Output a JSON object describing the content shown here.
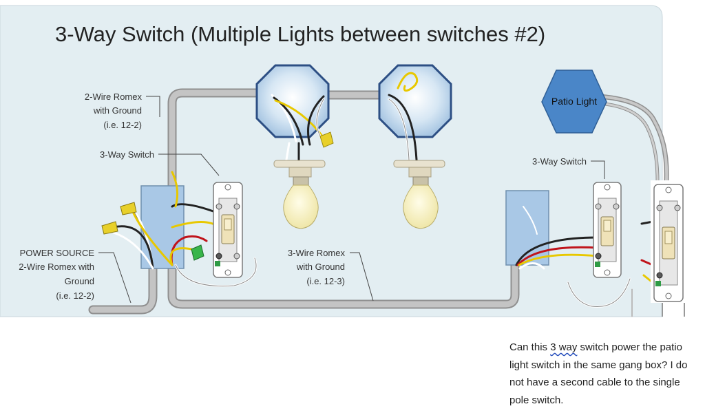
{
  "diagram": {
    "title": "3-Way Switch (Multiple Lights between switches #2)",
    "labels": {
      "romex_2wire": [
        "2-Wire Romex",
        "with Ground",
        "(i.e. 12-2)"
      ],
      "switch_left": "3-Way Switch",
      "switch_right": "3-Way Switch",
      "power_source": [
        "POWER SOURCE",
        "2-Wire Romex with",
        "Ground",
        "(i.e. 12-2)"
      ],
      "romex_3wire": [
        "3-Wire Romex",
        "with Ground",
        "(i.e. 12-3)"
      ],
      "patio_light": "Patio Light"
    },
    "colors": {
      "panel_bg": "#e3eef2",
      "cable": "#b9b9b9",
      "hot_black": "#222222",
      "hot_red": "#c0141b",
      "traveler_yellow": "#e8c800",
      "ground_white": "#ffffff",
      "patio_hex": "#4a86c8",
      "fixture_hex": "#aac8e6"
    }
  },
  "question": {
    "lines": [
      {
        "before": "Can this ",
        "flagged": "3 way",
        "after": " switch power the patio"
      },
      {
        "before": "light switch in the same gang box? I do",
        "flagged": "",
        "after": ""
      },
      {
        "before": "not have a second cable to the single",
        "flagged": "",
        "after": ""
      },
      {
        "before": "pole switch.",
        "flagged": "",
        "after": ""
      }
    ]
  }
}
